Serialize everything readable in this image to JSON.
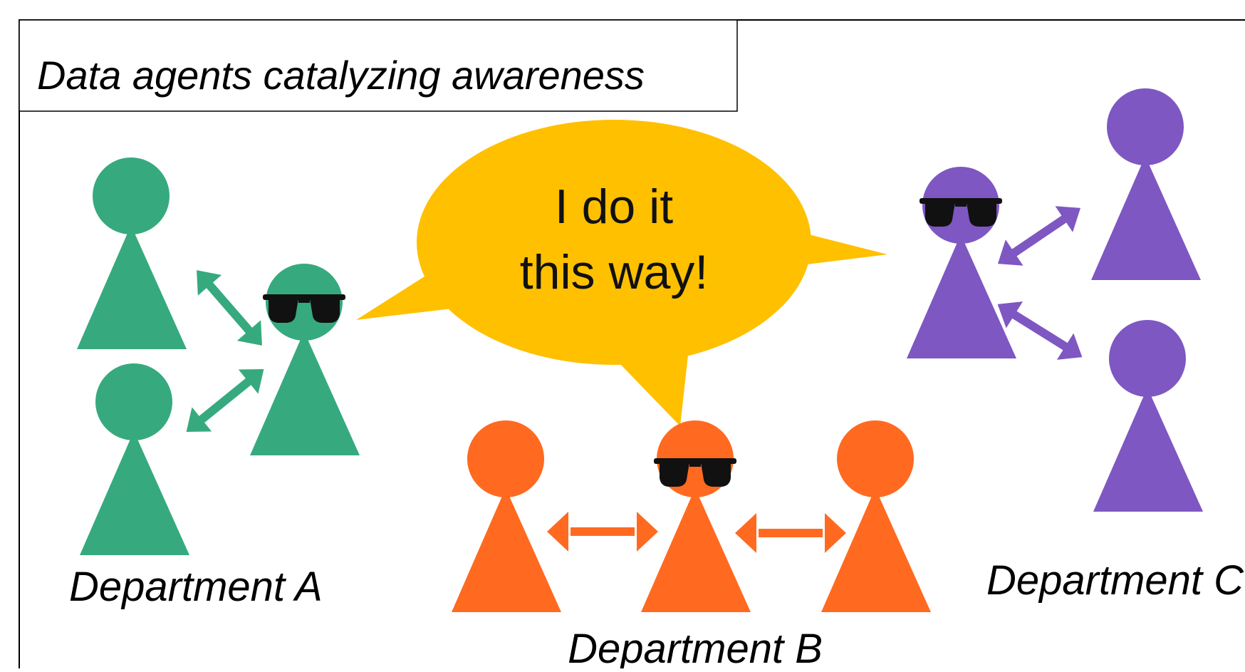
{
  "title": "Data agents catalyzing awareness",
  "speech_bubble": {
    "line1": "I do it",
    "line2": "this way!"
  },
  "departments": {
    "a": {
      "label": "Department A",
      "color": "#36AA7E"
    },
    "b": {
      "label": "Department B",
      "color": "#FF6A20"
    },
    "c": {
      "label": "Department C",
      "color": "#7E57C2"
    }
  },
  "colors": {
    "bubble": "#FFC000",
    "border": "#000000",
    "sunglasses": "#111111"
  },
  "icons": [
    "person-icon",
    "sunglasses-icon",
    "double-arrow-icon",
    "speech-bubble-icon"
  ]
}
